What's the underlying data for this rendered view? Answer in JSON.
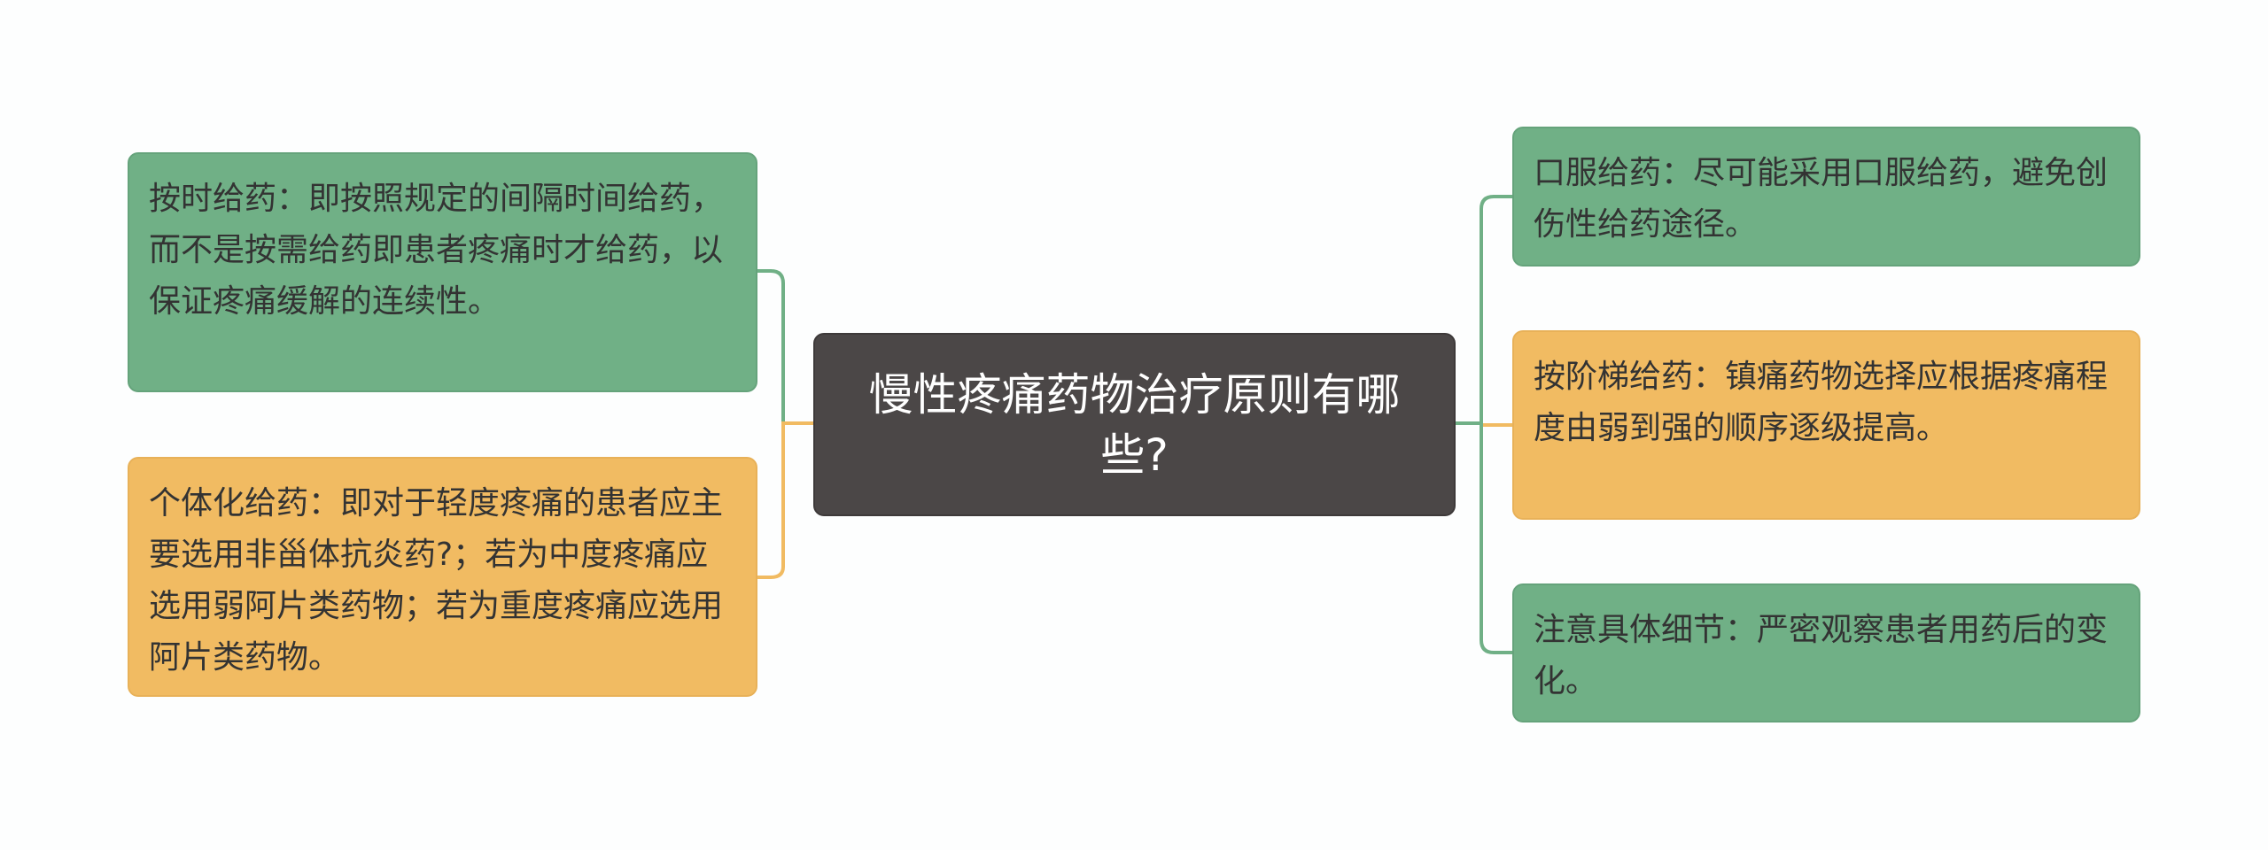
{
  "center": {
    "title": "慢性疼痛药物治疗原则有哪些?"
  },
  "left": [
    {
      "text": "按时给药：即按照规定的间隔时间给药，而不是按需给药即患者疼痛时才给药，以保证疼痛缓解的连续性。",
      "color": "#70b086"
    },
    {
      "text": "个体化给药：即对于轻度疼痛的患者应主要选用非甾体抗炎药?；若为中度疼痛应选用弱阿片类药物；若为重度疼痛应选用阿片类药物。",
      "color": "#f1bb62"
    }
  ],
  "right": [
    {
      "text": "口服给药：尽可能采用口服给药，避免创伤性给药途径。",
      "color": "#70b086"
    },
    {
      "text": "按阶梯给药：镇痛药物选择应根据疼痛程度由弱到强的顺序逐级提高。",
      "color": "#f1bb62"
    },
    {
      "text": "注意具体细节：严密观察患者用药后的变化。",
      "color": "#70b086"
    }
  ]
}
